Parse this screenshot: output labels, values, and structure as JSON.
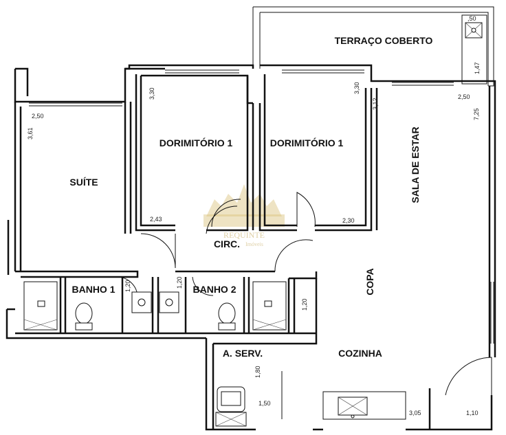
{
  "rooms": {
    "terraco": "TERRAÇO COBERTO",
    "dorm1a": "DORIMITÓRIO 1",
    "dorm1b": "DORIMITÓRIO 1",
    "suite": "SUÍTE",
    "sala": "SALA DE ESTAR",
    "circ": "CIRC.",
    "copa": "COPA",
    "banho1": "BANHO 1",
    "banho2": "BANHO 2",
    "aserv": "A. SERV.",
    "cozinha": "COZINHA"
  },
  "dimensions": {
    "terraco_w": ",50",
    "terraco_h": "1,47",
    "dorm_a_h": "3,30",
    "dorm_a_w": "2,43",
    "dorm_b_h": "3,30",
    "dorm_b_w": "2,30",
    "suite_w": "2,50",
    "suite_h": "3,61",
    "sala_h1": "3,12",
    "sala_w": "2,50",
    "sala_h2": "7,25",
    "banho1_h": "1,20",
    "banho2_h": "1,20",
    "copa_h": "1,20",
    "aserv_h": "1,80",
    "aserv_w": "1,50",
    "cozinha_w": "3,05",
    "cozinha_w2": "1,10"
  },
  "watermark": {
    "brand": "REQUINTE",
    "sub": "Imóveis"
  },
  "colors": {
    "wall": "#111111",
    "watermark": "#d9c27a"
  }
}
